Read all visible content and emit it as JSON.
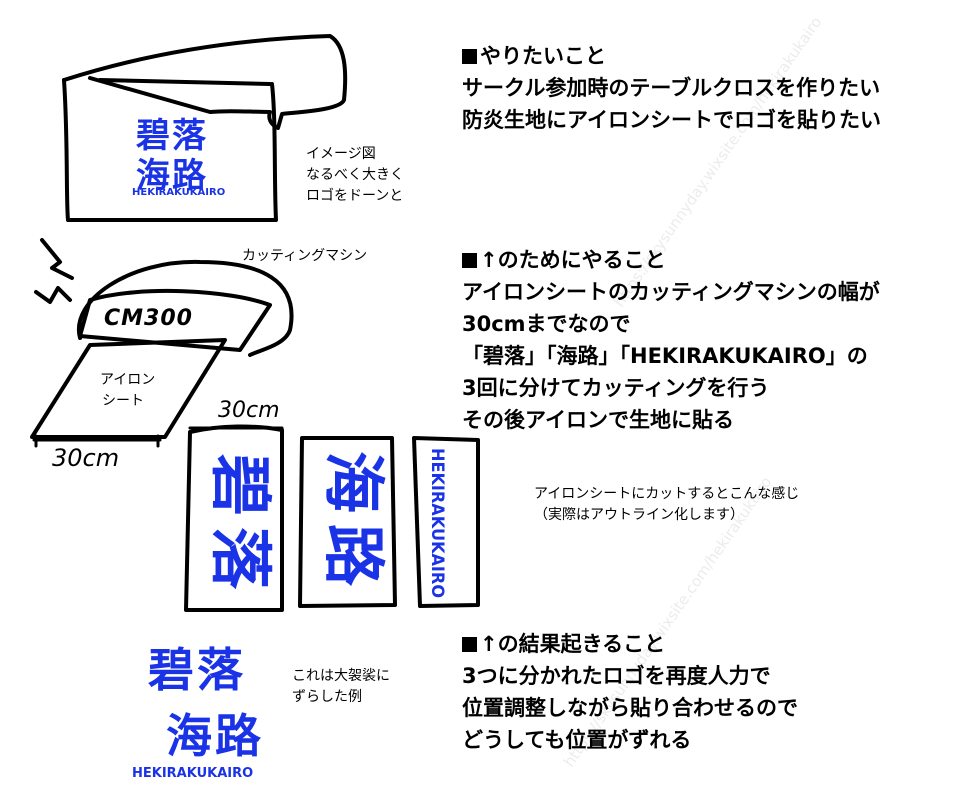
{
  "goal_section": {
    "heading": "やりたいこと",
    "lines": [
      "サークル参加時のテーブルクロスを作りたい",
      "防炎生地にアイロンシートでロゴを貼りたい"
    ]
  },
  "image_note": {
    "lines": [
      "イメージ図",
      "なるべく大きく",
      "ロゴをドーンと"
    ]
  },
  "logo": {
    "line1": "碧落",
    "line2": "海路",
    "char1": "碧",
    "char2": "落",
    "char3": "海",
    "char4": "路",
    "romaji": "HEKIRAKUKAIRO"
  },
  "machine": {
    "label": "カッティングマシン",
    "model": "CM300",
    "sheet_label_line1": "アイロン",
    "sheet_label_line2": "シート",
    "width_label": "30cm"
  },
  "process_section": {
    "heading": "↑のためにやること",
    "lines": [
      "アイロンシートのカッティングマシンの幅が",
      "30cmまでなので",
      "「碧落」「海路」「HEKIRAKUKAIRO」の",
      "3回に分けてカッティングを行う",
      "その後アイロンで生地に貼る"
    ]
  },
  "cut_sheets": {
    "width_label": "30cm",
    "note_lines": [
      "アイロンシートにカットするとこんな感じ",
      "（実際はアウトライン化します）"
    ]
  },
  "result_section": {
    "heading": "↑の結果起きること",
    "lines": [
      "3つに分かれたロゴを再度人力で",
      "位置調整しながら貼り合わせるので",
      "どうしても位置がずれる"
    ]
  },
  "offset_example": {
    "note_lines": [
      "これは大袈裟に",
      "ずらした例"
    ]
  },
  "colors": {
    "logo_blue": "#1a33e6",
    "line": "#000000",
    "watermark": "#ececec"
  }
}
